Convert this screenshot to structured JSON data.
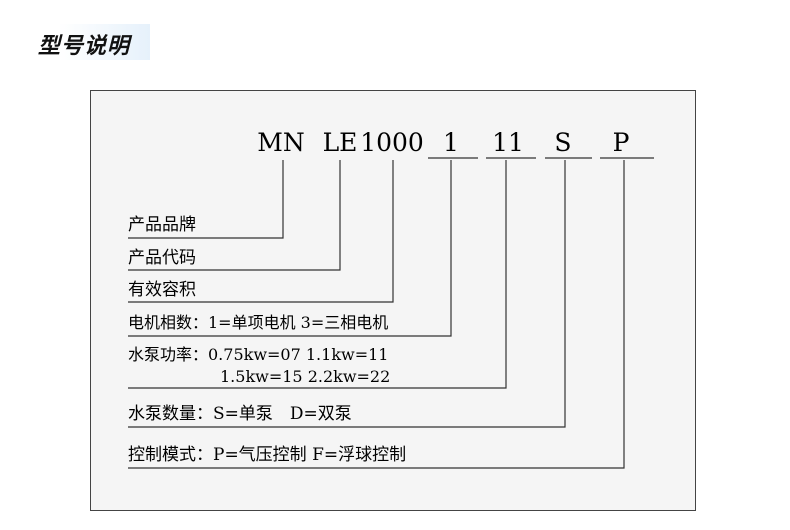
{
  "page": {
    "title": "型号说明"
  },
  "model_code": {
    "segments": [
      {
        "text": "MN"
      },
      {
        "text": "LE"
      },
      {
        "text": "1000"
      },
      {
        "text": "1"
      },
      {
        "text": "11"
      },
      {
        "text": "S"
      },
      {
        "text": "P"
      }
    ]
  },
  "descriptions": [
    {
      "lines": [
        "产品品牌"
      ]
    },
    {
      "lines": [
        "产品代码"
      ]
    },
    {
      "lines": [
        "有效容积"
      ]
    },
    {
      "lines": [
        "电机相数：1=单项电机 3=三相电机"
      ]
    },
    {
      "lines": [
        "水泵功率：0.75kw=07 1.1kw=11",
        "1.5kw=15 2.2kw=22"
      ]
    },
    {
      "lines": [
        "水泵数量：S=单泵　D=双泵"
      ]
    },
    {
      "lines": [
        "控制模式：P=气压控制 F=浮球控制"
      ]
    }
  ],
  "colors": {
    "line": "#333333",
    "panel_bg": "#f5f5f5",
    "title_highlight": "#e6f1fb"
  }
}
